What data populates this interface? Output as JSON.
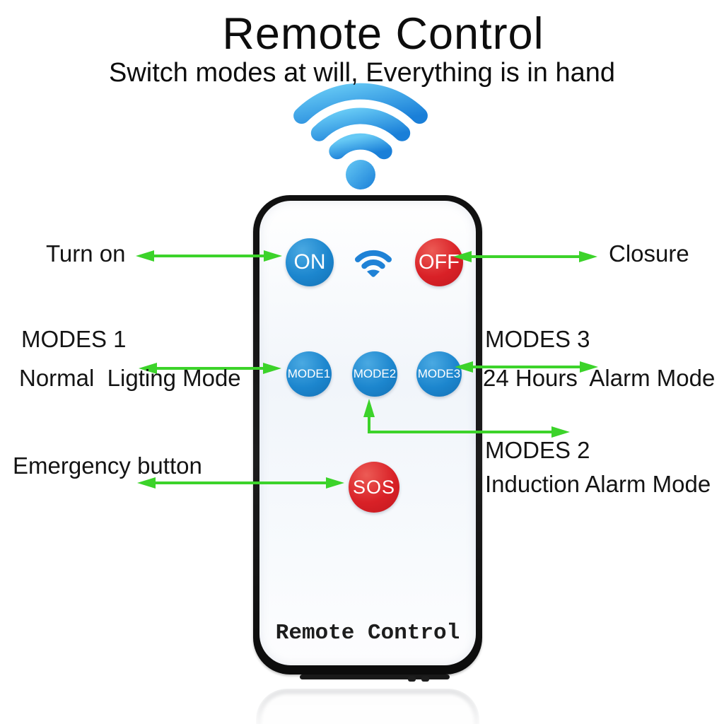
{
  "header": {
    "title": "Remote Control",
    "subtitle": "Switch modes at will, Everything is in hand"
  },
  "remote": {
    "buttons": {
      "on": "ON",
      "off": "OFF",
      "mode1": "MODE1",
      "mode2": "MODE2",
      "mode3": "MODE3",
      "sos": "SOS"
    },
    "brand_label": "Remote Control"
  },
  "annotations": {
    "turn_on": {
      "label": "Turn on"
    },
    "closure": {
      "label": "Closure"
    },
    "modes1": {
      "title": "MODES 1",
      "desc": "Normal  Ligting Mode"
    },
    "modes3": {
      "title": "MODES 3",
      "desc": "24 Hours  Alarm Mode"
    },
    "modes2": {
      "title": "MODES 2",
      "desc": "Induction Alarm Mode"
    },
    "emergency": {
      "label": "Emergency button"
    }
  },
  "icons": {
    "wifi_large": "wifi-signal-icon",
    "wifi_small": "remote-wifi-icon"
  },
  "colors": {
    "arrow_green": "#3cd32a",
    "button_blue": "#1c86ce",
    "button_red": "#d92127",
    "wifi_light": "#5fc3f3",
    "wifi_dark": "#1a7fd8",
    "device_frame": "#141414",
    "device_face": "#f5f8fc"
  }
}
